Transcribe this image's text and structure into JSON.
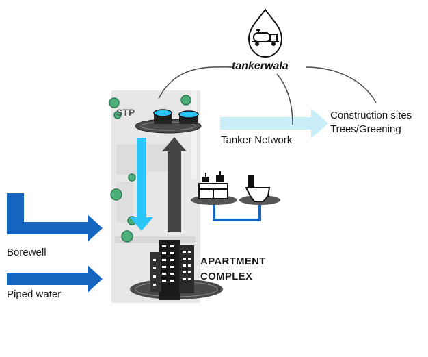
{
  "brand": {
    "name": "tankerwala",
    "icon": "water-drop-tanker-icon"
  },
  "nodes": {
    "stp": "STP",
    "apartment": "APARTMENT\nCOMPLEX",
    "apartment_line1": "APARTMENT",
    "apartment_line2": "COMPLEX",
    "tanker_network": "Tanker Network",
    "construction": "Construction sites",
    "greening": "Trees/Greening",
    "borewell": "Borewell",
    "piped_water": "Piped water"
  },
  "icons": [
    "water-drop-tanker-icon",
    "kitchen-icon",
    "toilet-icon",
    "tree-icon",
    "stp-tank-icon",
    "apartment-building-icon"
  ],
  "colors": {
    "inflow": "#1565c0",
    "treated_flow": "#29c5f6",
    "wastewater_flow": "#454545",
    "tanker_flow": "#c9eef8",
    "building": "#e6e6e6",
    "greenery": "#4caf7a"
  }
}
